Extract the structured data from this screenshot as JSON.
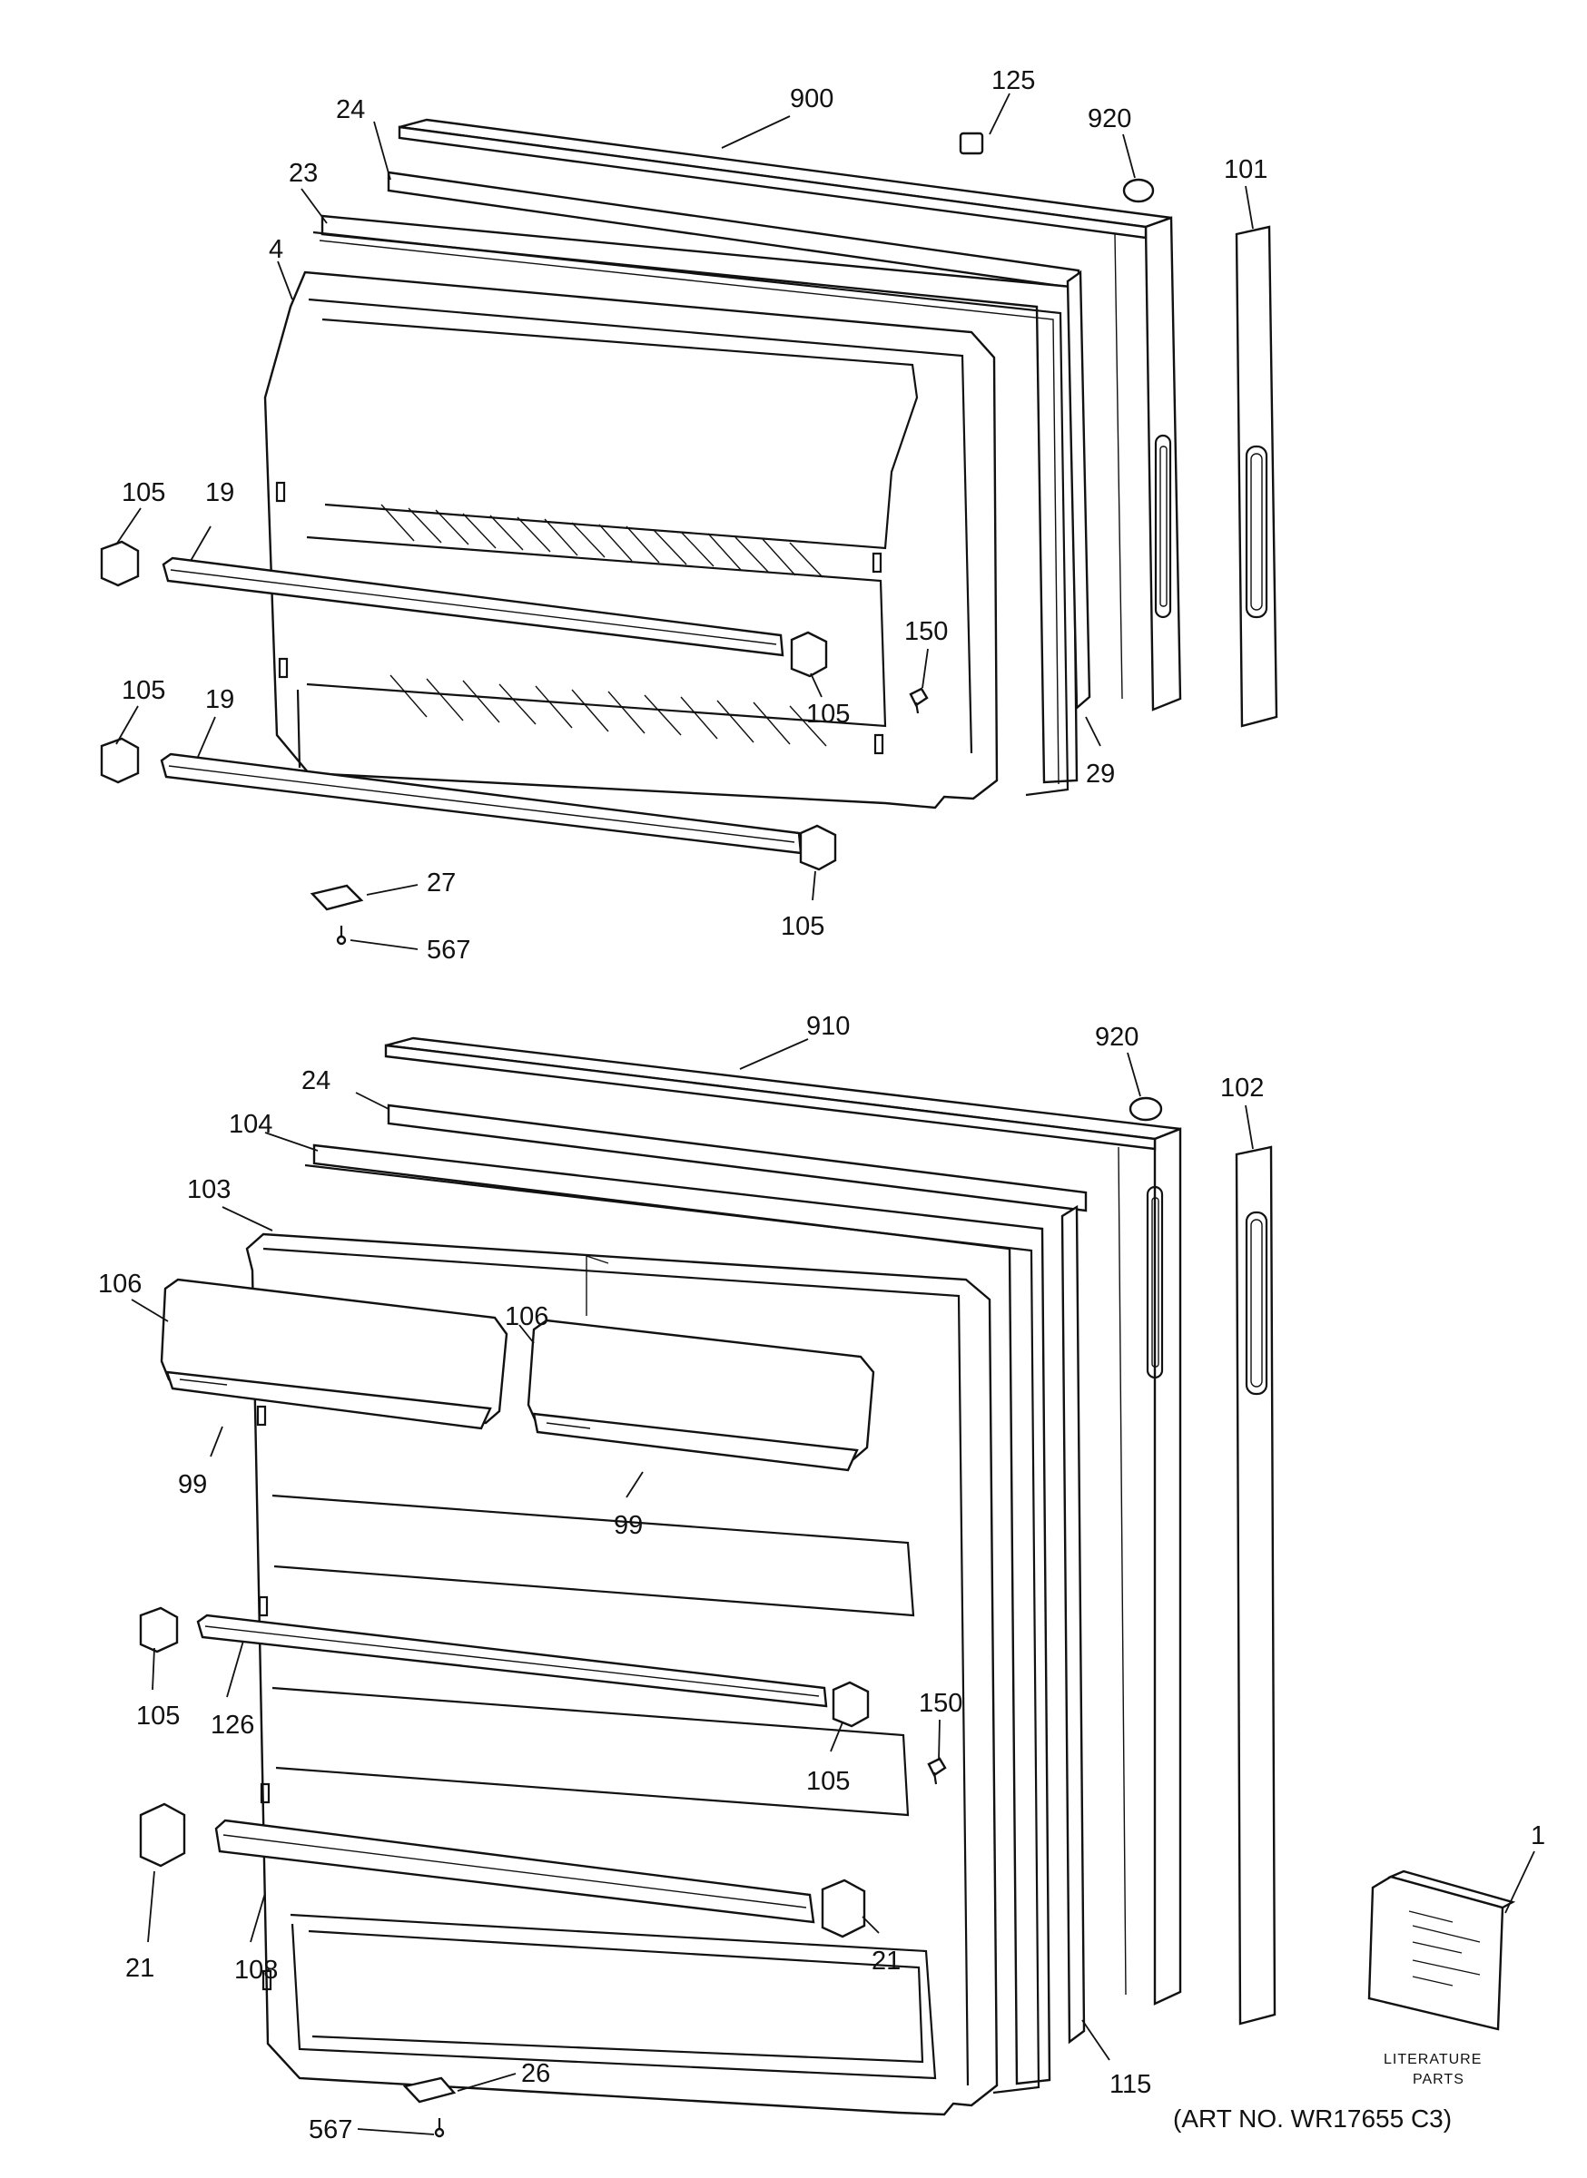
{
  "freezer_door_labels": {
    "l900": "900",
    "l125": "125",
    "l920": "920",
    "l24": "24",
    "l101": "101",
    "l23": "23",
    "l4": "4",
    "l105a": "105",
    "l19a": "19",
    "l150": "150",
    "l105b": "105",
    "l105c": "105",
    "l19b": "19",
    "l29": "29",
    "l27": "27",
    "l105d": "105",
    "l567": "567"
  },
  "fresh_food_door_labels": {
    "l910": "910",
    "l920": "920",
    "l24": "24",
    "l102": "102",
    "l104": "104",
    "l103": "103",
    "l106a": "106",
    "l106b": "106",
    "l99a": "99",
    "l99b": "99",
    "l105a": "105",
    "l126": "126",
    "l150": "150",
    "l105b": "105",
    "l21a": "21",
    "l108": "108",
    "l21b": "21",
    "l1": "1",
    "l26": "26",
    "l567": "567",
    "l115": "115"
  },
  "literature": {
    "line1": "LITERATURE",
    "line2": "PARTS"
  },
  "art_number": "(ART NO. WR17655 C3)"
}
